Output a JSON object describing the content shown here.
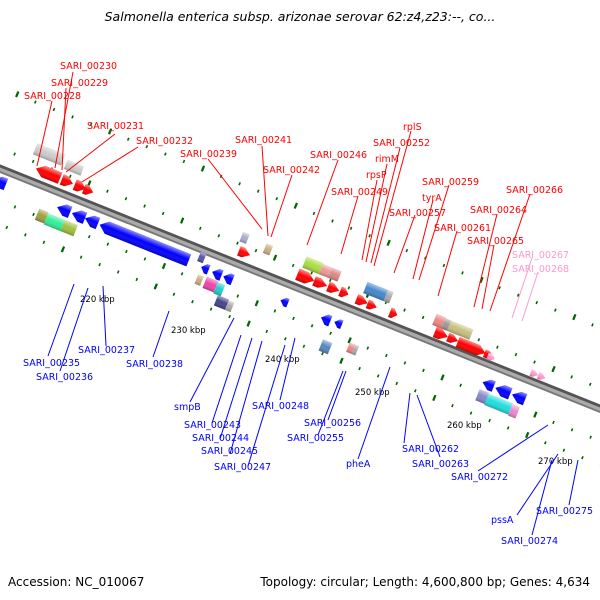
{
  "title": "Salmonella enterica subsp. arizonae serovar 62:z4,z23:--, co...",
  "footer": {
    "accession": "Accession: NC_010067",
    "topology": "Topology: circular; Length: 4,600,800 bp; Genes: 4,634"
  },
  "colors": {
    "forward": "#ff0000",
    "reverse": "#0000ff",
    "pseudo": "#ff99cc",
    "backbone": "#808080",
    "tick": "#006600"
  },
  "scale_labels": [
    "220 kbp",
    "230 kbp",
    "240 kbp",
    "250 kbp",
    "260 kbp",
    "270 kbp"
  ],
  "top_labels": [
    {
      "text": "SARI_00230",
      "color": "red"
    },
    {
      "text": "SARI_00229",
      "color": "red"
    },
    {
      "text": "SARI_00228",
      "color": "red"
    },
    {
      "text": "SARI_00231",
      "color": "red"
    },
    {
      "text": "SARI_00232",
      "color": "red"
    },
    {
      "text": "SARI_00241",
      "color": "red"
    },
    {
      "text": "SARI_00239",
      "color": "red"
    },
    {
      "text": "SARI_00242",
      "color": "red"
    },
    {
      "text": "SARI_00246",
      "color": "red"
    },
    {
      "text": "rplS",
      "color": "red"
    },
    {
      "text": "SARI_00252",
      "color": "red"
    },
    {
      "text": "rimM",
      "color": "red"
    },
    {
      "text": "rpsP",
      "color": "red"
    },
    {
      "text": "SARI_00249",
      "color": "red"
    },
    {
      "text": "SARI_00259",
      "color": "red"
    },
    {
      "text": "tyrA",
      "color": "red"
    },
    {
      "text": "SARI_00257",
      "color": "red"
    },
    {
      "text": "SARI_00266",
      "color": "red"
    },
    {
      "text": "SARI_00264",
      "color": "red"
    },
    {
      "text": "SARI_00261",
      "color": "red"
    },
    {
      "text": "SARI_00265",
      "color": "red"
    },
    {
      "text": "SARI_00267",
      "color": "pink"
    },
    {
      "text": "SARI_00268",
      "color": "pink"
    }
  ],
  "bottom_labels": [
    {
      "text": "SARI_00237"
    },
    {
      "text": "SARI_00235"
    },
    {
      "text": "SARI_00236"
    },
    {
      "text": "SARI_00238"
    },
    {
      "text": "smpB"
    },
    {
      "text": "SARI_00248"
    },
    {
      "text": "SARI_00243"
    },
    {
      "text": "SARI_00244"
    },
    {
      "text": "SARI_00245"
    },
    {
      "text": "SARI_00247"
    },
    {
      "text": "SARI_00256"
    },
    {
      "text": "SARI_00255"
    },
    {
      "text": "pheA"
    },
    {
      "text": "SARI_00262"
    },
    {
      "text": "SARI_00263"
    },
    {
      "text": "SARI_00272"
    },
    {
      "text": "pssA"
    },
    {
      "text": "SARI_00275"
    },
    {
      "text": "SARI_00274"
    }
  ]
}
